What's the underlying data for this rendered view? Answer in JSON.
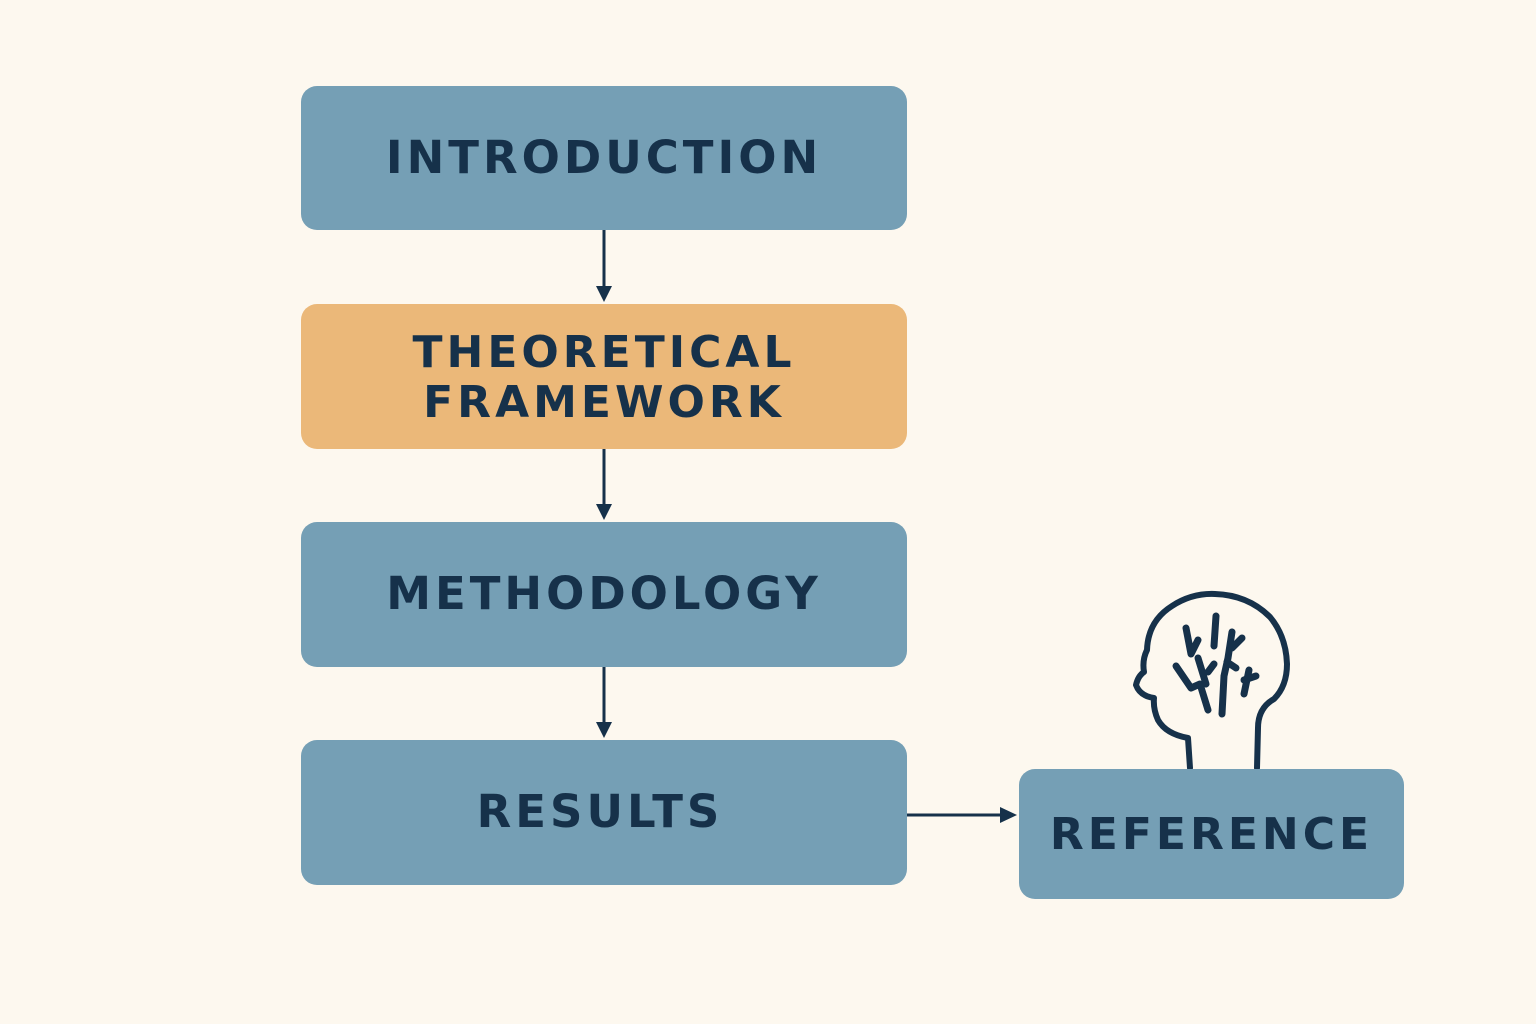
{
  "diagram": {
    "colors": {
      "background": "#fdf8ef",
      "step_box": "#759fb5",
      "highlight_box": "#ebb879",
      "text": "#16314a",
      "line": "#16314a"
    },
    "nodes": {
      "introduction": {
        "label": "INTRODUCTION"
      },
      "theoretical_framework": {
        "line1": "THEORETICAL",
        "line2": "FRAMEWORK"
      },
      "methodology": {
        "label": "METHODOLOGY"
      },
      "results": {
        "label": "RESULTS"
      },
      "reference": {
        "label": "REFERENCE"
      }
    },
    "edges": [
      {
        "from": "introduction",
        "to": "theoretical_framework"
      },
      {
        "from": "theoretical_framework",
        "to": "methodology"
      },
      {
        "from": "methodology",
        "to": "results"
      },
      {
        "from": "results",
        "to": "reference"
      }
    ],
    "icons": {
      "reference": "head-with-branches-icon"
    }
  }
}
